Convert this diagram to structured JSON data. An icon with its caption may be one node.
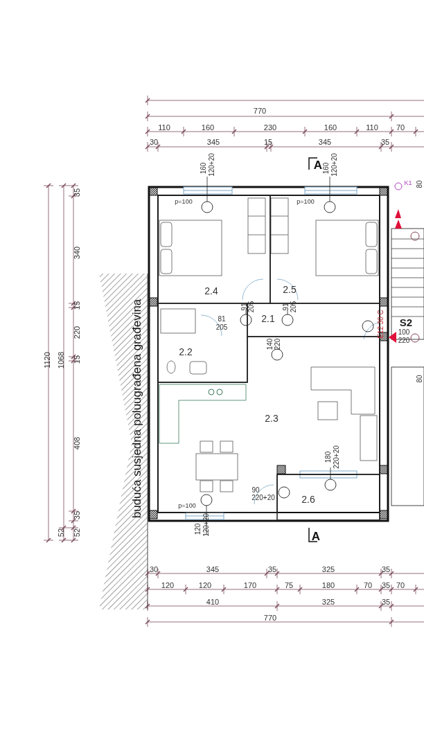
{
  "diagram": {
    "nodes": [
      {
        "text": [
          "2.4"
        ]
      },
      {
        "text": [
          "2.5"
        ]
      },
      {
        "text": [
          "2.1"
        ]
      },
      {
        "text": [
          "2.2"
        ]
      },
      {
        "text": [
          "2.3"
        ]
      },
      {
        "text": [
          "2.6"
        ]
      }
    ],
    "labels": [
      "770",
      "110",
      "160",
      "230",
      "160",
      "110",
      "70",
      "30",
      "345",
      "15",
      "345",
      "35",
      "A",
      "160",
      "120+20",
      "160",
      "120+20",
      "K1",
      "80",
      "p=100",
      "p=100",
      "91",
      "205",
      "91",
      "205",
      "81",
      "205",
      "140",
      "220",
      "E12 30 C",
      "100",
      "220",
      "S2",
      "80",
      "180",
      "220+20",
      "90",
      "220+20",
      "p=100",
      "120",
      "120+20",
      "A",
      "1120",
      "1068",
      "35",
      "340",
      "15",
      "220",
      "15",
      "408",
      "35",
      "52",
      "52",
      "buduća susjedna poluugrađena građevina",
      "30",
      "345",
      "35",
      "325",
      "35",
      "120",
      "120",
      "170",
      "75",
      "180",
      "70",
      "35",
      "70",
      "410",
      "325",
      "35",
      "770"
    ]
  }
}
